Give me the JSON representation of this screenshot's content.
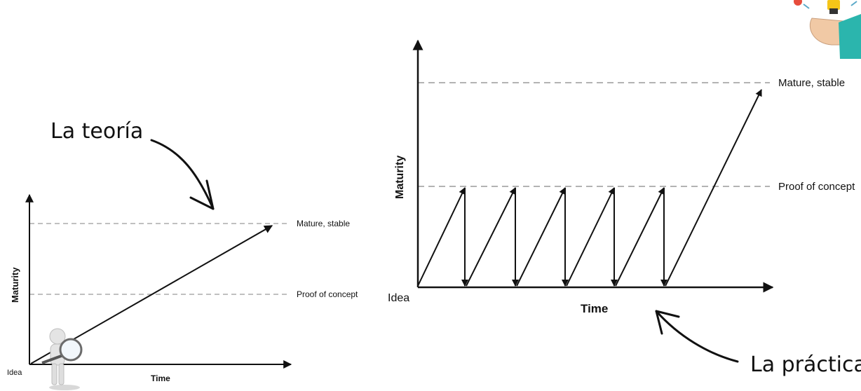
{
  "left_chart": {
    "ylabel": "Maturity",
    "xlabel": "Time",
    "origin_label": "Idea",
    "levels": [
      "Mature, stable",
      "Proof of concept"
    ]
  },
  "right_chart": {
    "ylabel": "Maturity",
    "xlabel": "Time",
    "origin_label": "Idea",
    "levels": [
      "Mature, stable",
      "Proof of concept"
    ]
  },
  "annotations": {
    "theory": "La teoría",
    "practice": "La práctica"
  },
  "colors": {
    "line": "#111111",
    "dashed": "#9a9a9a"
  },
  "icons": [
    "magnifier-figure-icon",
    "hand-lightbulb-icon"
  ]
}
